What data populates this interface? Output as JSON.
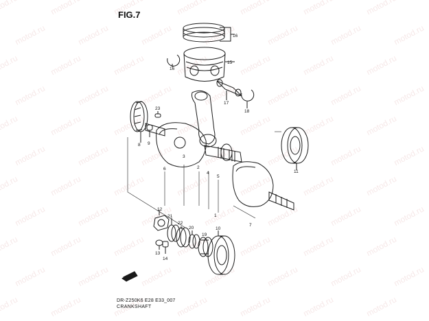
{
  "figure": {
    "title": "FIG.7",
    "code": "DR-Z250K6 E28 E33_007",
    "name": "CRANKSHAFT"
  },
  "watermark": "motod.ru",
  "callouts": {
    "piston_rings": "16",
    "piston": "15",
    "circlip_left": "16",
    "piston_pin": "17",
    "circlip_right": "18",
    "key": "23",
    "gear_left": "8",
    "washer": "9",
    "crank_web_left": "6",
    "pin_bearing": "3",
    "conrod": "2",
    "crankpin": "4",
    "pin_washer": "5",
    "crankshaft": "1",
    "bearing_right": "11",
    "crank_web_right": "7",
    "nut": "12",
    "washer_small": "13",
    "bolt": "14",
    "gear_a": "21",
    "gear_b": "22",
    "spacer": "20",
    "bearing_lower": "19",
    "bearing_lower_large": "10"
  },
  "colors": {
    "line": "#1a1a1a",
    "watermark": "#e0a0a0"
  }
}
